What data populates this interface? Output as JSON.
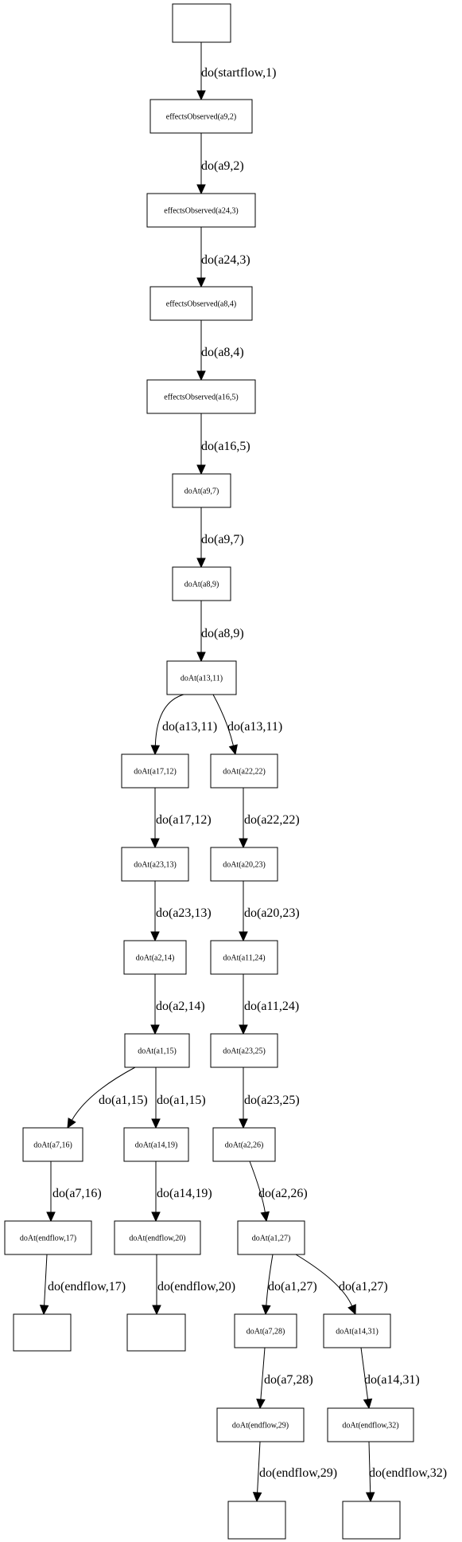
{
  "diagram": {
    "nodes": [
      {
        "id": "start",
        "label": ""
      },
      {
        "id": "n_eo_a9",
        "label": "effectsObserved(a9,2)"
      },
      {
        "id": "n_eo_a24",
        "label": "effectsObserved(a24,3)"
      },
      {
        "id": "n_eo_a8",
        "label": "effectsObserved(a8,4)"
      },
      {
        "id": "n_eo_a16",
        "label": "effectsObserved(a16,5)"
      },
      {
        "id": "n_a9_7",
        "label": "doAt(a9,7)"
      },
      {
        "id": "n_a8_9",
        "label": "doAt(a8,9)"
      },
      {
        "id": "n_a13_11",
        "label": "doAt(a13,11)"
      },
      {
        "id": "n_a17_12",
        "label": "doAt(a17,12)"
      },
      {
        "id": "n_a22_22",
        "label": "doAt(a22,22)"
      },
      {
        "id": "n_a23_13",
        "label": "doAt(a23,13)"
      },
      {
        "id": "n_a20_23",
        "label": "doAt(a20,23)"
      },
      {
        "id": "n_a2_14",
        "label": "doAt(a2,14)"
      },
      {
        "id": "n_a11_24",
        "label": "doAt(a11,24)"
      },
      {
        "id": "n_a1_15",
        "label": "doAt(a1,15)"
      },
      {
        "id": "n_a23_25",
        "label": "doAt(a23,25)"
      },
      {
        "id": "n_a7_16",
        "label": "doAt(a7,16)"
      },
      {
        "id": "n_a14_19",
        "label": "doAt(a14,19)"
      },
      {
        "id": "n_a2_26",
        "label": "doAt(a2,26)"
      },
      {
        "id": "n_ef_17",
        "label": "doAt(endflow,17)"
      },
      {
        "id": "n_ef_20",
        "label": "doAt(endflow,20)"
      },
      {
        "id": "n_a1_27",
        "label": "doAt(a1,27)"
      },
      {
        "id": "end_17",
        "label": ""
      },
      {
        "id": "end_20",
        "label": ""
      },
      {
        "id": "n_a7_28",
        "label": "doAt(a7,28)"
      },
      {
        "id": "n_a14_31",
        "label": "doAt(a14,31)"
      },
      {
        "id": "n_ef_29",
        "label": "doAt(endflow,29)"
      },
      {
        "id": "n_ef_32",
        "label": "doAt(endflow,32)"
      },
      {
        "id": "end_29",
        "label": ""
      },
      {
        "id": "end_32",
        "label": ""
      }
    ],
    "edges": [
      {
        "from": "start",
        "to": "n_eo_a9",
        "label": "do(startflow,1)"
      },
      {
        "from": "n_eo_a9",
        "to": "n_eo_a24",
        "label": "do(a9,2)"
      },
      {
        "from": "n_eo_a24",
        "to": "n_eo_a8",
        "label": "do(a24,3)"
      },
      {
        "from": "n_eo_a8",
        "to": "n_eo_a16",
        "label": "do(a8,4)"
      },
      {
        "from": "n_eo_a16",
        "to": "n_a9_7",
        "label": "do(a16,5)"
      },
      {
        "from": "n_a9_7",
        "to": "n_a8_9",
        "label": "do(a9,7)"
      },
      {
        "from": "n_a8_9",
        "to": "n_a13_11",
        "label": "do(a8,9)"
      },
      {
        "from": "n_a13_11",
        "to": "n_a17_12",
        "label": "do(a13,11)"
      },
      {
        "from": "n_a13_11",
        "to": "n_a22_22",
        "label": "do(a13,11)"
      },
      {
        "from": "n_a17_12",
        "to": "n_a23_13",
        "label": "do(a17,12)"
      },
      {
        "from": "n_a22_22",
        "to": "n_a20_23",
        "label": "do(a22,22)"
      },
      {
        "from": "n_a23_13",
        "to": "n_a2_14",
        "label": "do(a23,13)"
      },
      {
        "from": "n_a20_23",
        "to": "n_a11_24",
        "label": "do(a20,23)"
      },
      {
        "from": "n_a2_14",
        "to": "n_a1_15",
        "label": "do(a2,14)"
      },
      {
        "from": "n_a11_24",
        "to": "n_a23_25",
        "label": "do(a11,24)"
      },
      {
        "from": "n_a1_15",
        "to": "n_a7_16",
        "label": "do(a1,15)"
      },
      {
        "from": "n_a1_15",
        "to": "n_a14_19",
        "label": "do(a1,15)"
      },
      {
        "from": "n_a23_25",
        "to": "n_a2_26",
        "label": "do(a23,25)"
      },
      {
        "from": "n_a7_16",
        "to": "n_ef_17",
        "label": "do(a7,16)"
      },
      {
        "from": "n_a14_19",
        "to": "n_ef_20",
        "label": "do(a14,19)"
      },
      {
        "from": "n_a2_26",
        "to": "n_a1_27",
        "label": "do(a2,26)"
      },
      {
        "from": "n_ef_17",
        "to": "end_17",
        "label": "do(endflow,17)"
      },
      {
        "from": "n_ef_20",
        "to": "end_20",
        "label": "do(endflow,20)"
      },
      {
        "from": "n_a1_27",
        "to": "n_a7_28",
        "label": "do(a1,27)"
      },
      {
        "from": "n_a1_27",
        "to": "n_a14_31",
        "label": "do(a1,27)"
      },
      {
        "from": "n_a7_28",
        "to": "n_ef_29",
        "label": "do(a7,28)"
      },
      {
        "from": "n_a14_31",
        "to": "n_ef_32",
        "label": "do(a14,31)"
      },
      {
        "from": "n_ef_29",
        "to": "end_29",
        "label": "do(endflow,29)"
      },
      {
        "from": "n_ef_32",
        "to": "end_32",
        "label": "do(endflow,32)"
      }
    ]
  }
}
